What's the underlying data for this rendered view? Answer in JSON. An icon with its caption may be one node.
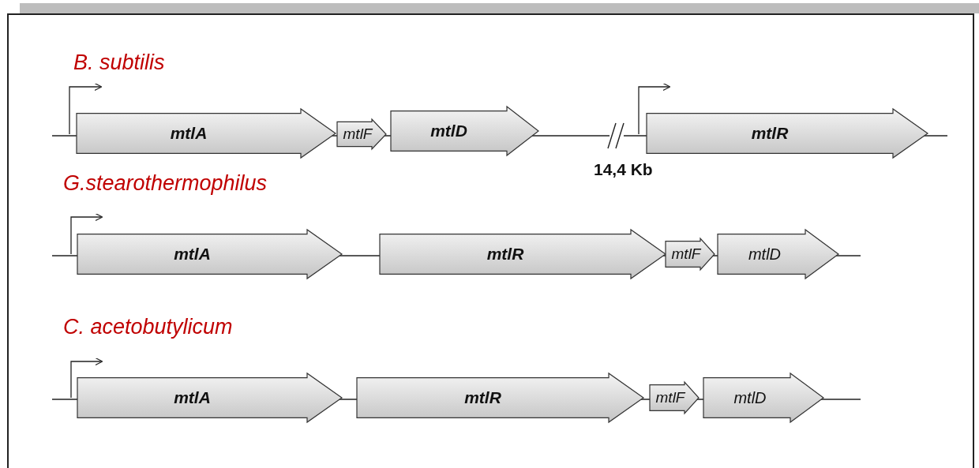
{
  "diagram": {
    "nodes": [
      {
        "text": [
          "mtlA"
        ]
      },
      {
        "text": [
          "mtlF"
        ]
      },
      {
        "text": [
          "mtlD"
        ]
      },
      {
        "text": [
          "mtlR"
        ]
      },
      {
        "text": [
          "mtlA"
        ]
      },
      {
        "text": [
          "mtlR"
        ]
      },
      {
        "text": [
          "mtlF"
        ]
      },
      {
        "text": [
          "mtlD"
        ]
      },
      {
        "text": [
          "mtlA"
        ]
      },
      {
        "text": [
          "mtlR"
        ]
      },
      {
        "text": [
          "mtlF"
        ]
      },
      {
        "text": [
          "mtlD"
        ]
      }
    ],
    "labels": [
      "B. subtilis",
      "14,4 Kb",
      "G.stearothermophilus",
      "C. acetobutylicum"
    ]
  }
}
